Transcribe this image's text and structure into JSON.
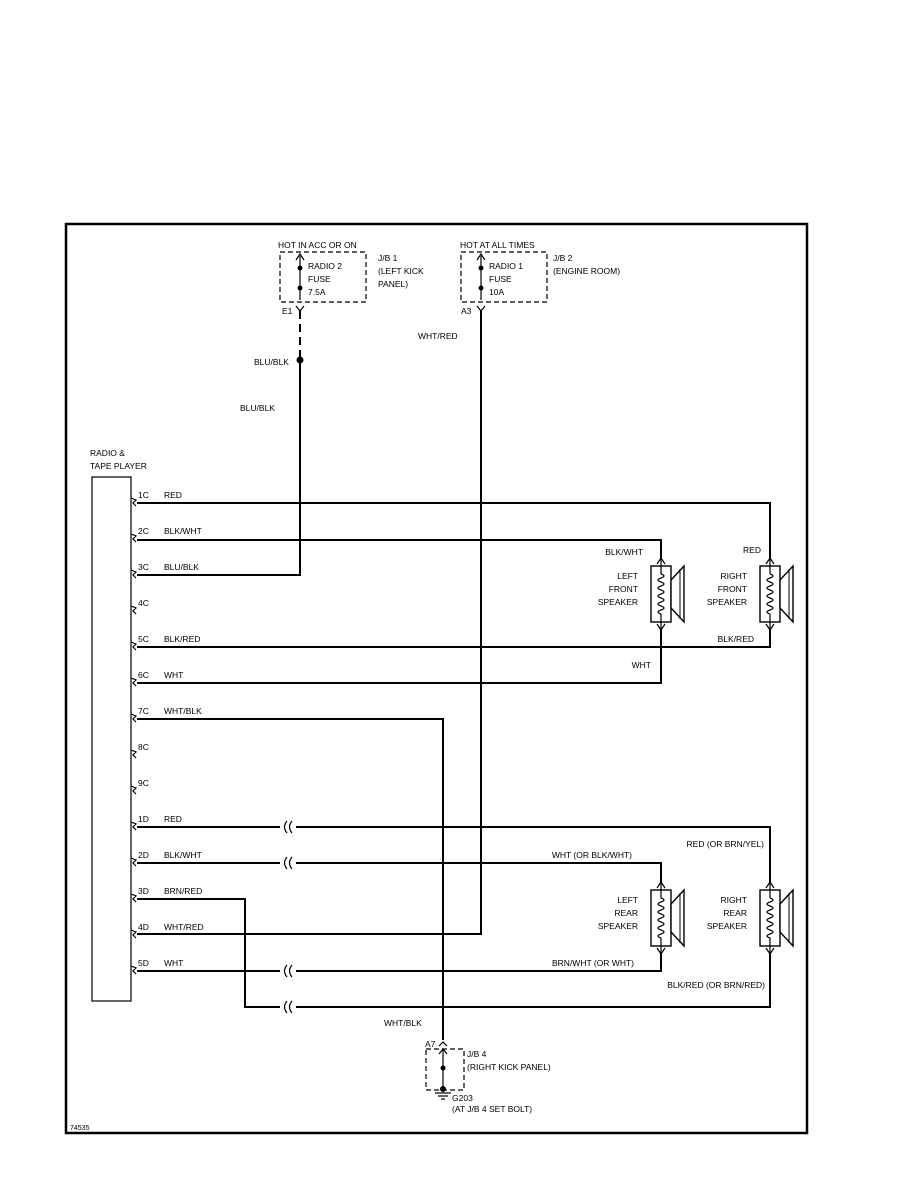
{
  "figure_id": "74535",
  "radio": {
    "label_line1": "RADIO &",
    "label_line2": "TAPE PLAYER"
  },
  "fuses": [
    {
      "hot_label": "HOT IN ACC OR ON",
      "name": "RADIO 2",
      "type": "FUSE",
      "rating": "7.5A",
      "jb_line1": "J/B 1",
      "jb_line2": "(LEFT KICK",
      "jb_line3": "PANEL)",
      "terminal": "E1"
    },
    {
      "hot_label": "HOT AT ALL TIMES",
      "name": "RADIO 1",
      "type": "FUSE",
      "rating": "10A",
      "jb_line1": "J/B 2",
      "jb_line2": "(ENGINE ROOM)",
      "jb_line3": "",
      "terminal": "A3"
    }
  ],
  "feed_wires": {
    "blu_blk_upper": "BLU/BLK",
    "blu_blk_lower": "BLU/BLK",
    "wht_red": "WHT/RED"
  },
  "pins": [
    {
      "pin": "1C",
      "wire": "RED"
    },
    {
      "pin": "2C",
      "wire": "BLK/WHT"
    },
    {
      "pin": "3C",
      "wire": "BLU/BLK"
    },
    {
      "pin": "4C",
      "wire": ""
    },
    {
      "pin": "5C",
      "wire": "BLK/RED"
    },
    {
      "pin": "6C",
      "wire": "WHT"
    },
    {
      "pin": "7C",
      "wire": "WHT/BLK"
    },
    {
      "pin": "8C",
      "wire": ""
    },
    {
      "pin": "9C",
      "wire": ""
    },
    {
      "pin": "1D",
      "wire": "RED"
    },
    {
      "pin": "2D",
      "wire": "BLK/WHT"
    },
    {
      "pin": "3D",
      "wire": "BRN/RED"
    },
    {
      "pin": "4D",
      "wire": "WHT/RED"
    },
    {
      "pin": "5D",
      "wire": "WHT"
    }
  ],
  "speakers": {
    "left_front": {
      "line1": "LEFT",
      "line2": "FRONT",
      "line3": "SPEAKER",
      "wire_top": "BLK/WHT",
      "wire_bottom": "WHT"
    },
    "right_front": {
      "line1": "RIGHT",
      "line2": "FRONT",
      "line3": "SPEAKER",
      "wire_top": "RED",
      "wire_bottom": "BLK/RED"
    },
    "left_rear": {
      "line1": "LEFT",
      "line2": "REAR",
      "line3": "SPEAKER",
      "wire_top": "WHT (OR BLK/WHT)",
      "wire_bottom": "BRN/WHT (OR WHT)"
    },
    "right_rear": {
      "line1": "RIGHT",
      "line2": "REAR",
      "line3": "SPEAKER",
      "wire_top": "RED (OR BRN/YEL)",
      "wire_bottom": "BLK/RED (OR BRN/RED)"
    }
  },
  "ground": {
    "wire": "WHT/BLK",
    "terminal": "A7",
    "jb_line1": "J/B 4",
    "jb_line2": "(RIGHT KICK PANEL)",
    "ground_id": "G203",
    "ground_location": "(AT J/B 4 SET BOLT)"
  }
}
